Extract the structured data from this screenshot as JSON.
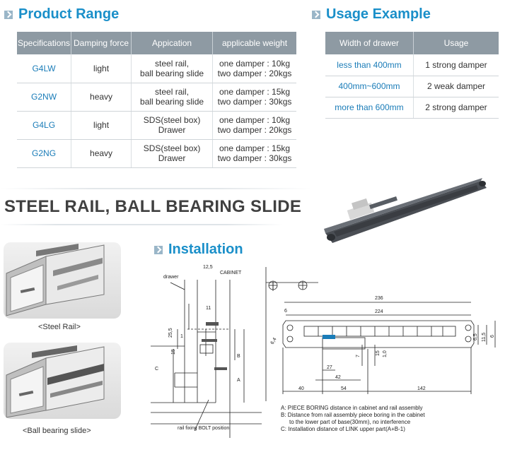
{
  "product_range": {
    "title": "Product Range",
    "headers": [
      "Specifications",
      "Damping force",
      "Appication",
      "applicable weight"
    ],
    "rows": [
      {
        "spec": "G4LW",
        "force": "light",
        "app1": "steel rail,",
        "app2": "ball bearing slide",
        "w1": "one damper : 10kg",
        "w2": "two damper : 20kgs"
      },
      {
        "spec": "G2NW",
        "force": "heavy",
        "app1": "steel rail,",
        "app2": "ball bearing slide",
        "w1": "one damper : 15kg",
        "w2": "two damper : 30kgs"
      },
      {
        "spec": "G4LG",
        "force": "light",
        "app1": "SDS(steel box)",
        "app2": "Drawer",
        "w1": "one damper : 10kg",
        "w2": "two damper : 20kgs"
      },
      {
        "spec": "G2NG",
        "force": "heavy",
        "app1": "SDS(steel box)",
        "app2": "Drawer",
        "w1": "one damper : 15kg",
        "w2": "two damper : 30kgs"
      }
    ]
  },
  "usage_example": {
    "title": "Usage Example",
    "headers": [
      "Width of drawer",
      "Usage"
    ],
    "rows": [
      {
        "width": "less than 400mm",
        "usage": "1 strong damper"
      },
      {
        "width": "400mm~600mm",
        "usage": "2 weak damper"
      },
      {
        "width": "more than 600mm",
        "usage": "2 strong damper"
      }
    ]
  },
  "section_heading": "STEEL RAIL, BALL BEARING SLIDE",
  "installation": {
    "title": "Installation",
    "labels": {
      "drawer": "drawer",
      "cabinet": "CABINET",
      "bolt": "rail fixing BOLT position",
      "l12_5": "12,5",
      "l11": "11",
      "l25_5": "25,5",
      "l1": "1",
      "l15": "15",
      "lC": "C",
      "lB": "B",
      "lA": "A",
      "l236": "236",
      "l224": "224",
      "l6": "6",
      "l6_4": "6,4",
      "l40": "40",
      "l54": "54",
      "l142": "142",
      "l27": "27",
      "l42": "42",
      "l7": "7",
      "l1_0": "1,0",
      "l15b": "15",
      "l6_5": "6,5",
      "l11b": "11,5",
      "l6b": "6"
    },
    "notes": [
      "A: PIECE BORING distance in cabinet and rail assembly",
      "B: Distance from rail assembly piece boring in the cabinet",
      "to the lower part of base(30mm), no interference",
      "C: Installation distance of LINK upper part(A+B-1)"
    ]
  },
  "captions": {
    "steel_rail": "<Steel Rail>",
    "ball_bearing": "<Ball bearing slide>"
  },
  "colors": {
    "accent_blue": "#1a8fc9",
    "header_gray": "#8e9aa3",
    "product_dark": "#4a4e54"
  }
}
